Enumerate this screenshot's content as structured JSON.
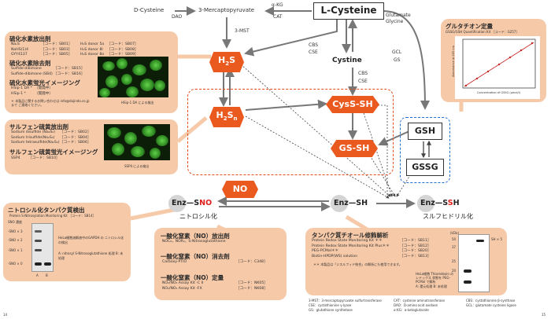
{
  "nodes": {
    "lcysteine": "L-Cysteine",
    "dcysteine": "D-Cysteine",
    "mercapto": "3-Mercaptopyruvate",
    "cystine": "Cystine",
    "h2s": "H",
    "h2s_sub": "2",
    "h2s_end": "S",
    "h2sn": "H",
    "h2sn_sub": "2",
    "h2sn_end": "S",
    "h2sn_sub2": "n",
    "cyss": "CysS-SH",
    "gss": "GS-SH",
    "no": "NO",
    "gsh": "GSH",
    "gssg": "GSSG",
    "enz_sno_a": "Enz",
    "enz_sno_b": "S",
    "enz_sno_c": "NO",
    "enz_sh_a": "Enz",
    "enz_sh_b": "SH",
    "enz_ssh_a": "Enz",
    "enz_ssh_b": "S",
    "enz_ssh_c": "S",
    "enz_ssh_d": "H",
    "nitrosyl_label": "ニトロシル化",
    "sulfhydryl_label": "スルフヒドリル化"
  },
  "enzymes": {
    "dao": "DAO",
    "akg": "α-KG",
    "cat": "CAT",
    "mst": "3-MST",
    "cbs1": "CBS",
    "cse1": "CSE",
    "cbs2": "CBS",
    "cse2": "CSE",
    "glutamate": "Glutamate",
    "glycine": "Glycine",
    "gcl": "GCL",
    "gs": "GS"
  },
  "panel_h2s": {
    "title1": "硫化水素放出剤",
    "rows1": [
      [
        "NaₛS",
        "［コード：SB01］",
        "H₂S donor 5a",
        "［コード：SB07］"
      ],
      [
        "NaHS(1)4",
        "［コード：SB03］",
        "H₂S donor 8l",
        "［コード：SB08］"
      ],
      [
        "GYY4137",
        "［コード：SB05］",
        "H₂S donor 8o",
        "［コード：SB09］"
      ]
    ],
    "title2": "硫化水素除去剤",
    "rows2": [
      [
        "Sulfide-dibimane",
        "［コード：SB15］"
      ],
      [
        "Sulfide-dibimane (SB4)",
        "［コード：SB16］"
      ]
    ],
    "title3": "硫化水素蛍光イメージング",
    "rows3": [
      [
        "HSip-1 DA *",
        "（開発中）"
      ],
      [
        "HSip-1 *",
        "（開発中）"
      ]
    ],
    "note": "＊ 本製品に関するお問い合わせは info@dojindo.co.jp まで ご連絡ください。",
    "caption": "HSip-1 DA による検出"
  },
  "panel_sulfane": {
    "title1": "サルフェン硫黄放出剤",
    "rows1": [
      [
        "Sodium disulfide (Na₂S₂)",
        "［コード：SB02］"
      ],
      [
        "Sodium trisulfide(Na₂S₃)",
        "［コード：SB04］"
      ],
      [
        "Sodium tetrasulfide(Na₂S₄)",
        "［コード：SB06］"
      ]
    ],
    "title2": "サルフェン硫黄蛍光イメージング",
    "rows2": [
      [
        "SSP4",
        "［コード：SB10］"
      ]
    ],
    "caption": "SSP4 による検出"
  },
  "panel_glutathione": {
    "title": "グルタチオン定量",
    "sub": "GSSG/GSH Quantification Kit ［コード：G257］",
    "ylabel": "Absorbance at 405 nm",
    "xlabel": "Concentration of GSSG (µmol/l)"
  },
  "panel_nitrosyl": {
    "title": "ニトロシル化タンパク質検出",
    "sub": "Protein S-Nitrosylation Monitoring Kit ［コード：SB14］",
    "lanes": "SNO 濃度",
    "marks": [
      "-SNO × 3",
      "-SNO × 2",
      "-SNO × 1",
      "-SNO × 0"
    ],
    "desc": "HeLa細胞溶解液中のGAPDH の ニトロシル化の検出",
    "legend": "A: nitrosyl S-Nitrosoglutathione 処理 B: 未処理",
    "lane_labels": [
      "A",
      "B"
    ]
  },
  "panel_no": {
    "title1": "一酸化窒素（NO）放出剤",
    "rows1": [
      [
        "NOC₈，NOR₂，S-Nitrosoglutathione",
        ""
      ]
    ],
    "title2": "一酸化窒素（NO）消去剤",
    "rows2": [
      [
        "Carboxy-PTIO",
        "［コード：C348］"
      ]
    ],
    "title3": "一酸化窒素（NO）定量",
    "rows3": [
      [
        "NO₂/NO₃ Assay Kit -C II",
        "［コード：NK05］"
      ],
      [
        "NO₂/NO₃ Assay Kit -FX",
        "［コード：NK08］"
      ]
    ]
  },
  "panel_thiol": {
    "title": "タンパク質チオール修飾解析",
    "rows": [
      [
        "Protein Redox State Monitoring Kit ＊＊",
        "［コード：SB11］"
      ],
      [
        "Protein Redox State Monitoring Kit Plus＊＊",
        "［コード：SB12］"
      ],
      [
        "PEG-PCMal＊＊",
        "［コード：SB20］"
      ],
      [
        "Biotin-HPDP(WS) solution",
        "［コード：SB13］"
      ]
    ],
    "note": "＊＊ 本製品は「ジスルフィド結合」の解析にも使用できます。",
    "kda": "(kDa)",
    "kda_vals": [
      "50",
      "37",
      "25",
      "20"
    ],
    "sh_mark": "SH × 5",
    "desc": "HeLa細胞 Thioredoxin のレドックス 状態を PEG-PCMal で解析",
    "legend": "A: 還元処理 B: 未処理"
  },
  "abbrev": [
    [
      "3-MST：3-mercaptopyruvate sulfurtransferase",
      "CAT：cysteine aminotransferase",
      "CBS：cystathionine β-synthase"
    ],
    [
      "CSE：cystathionine γ-lyase",
      "DAO：D-amino acid oxidase",
      "GCL：glutamate cysteine ligase"
    ],
    [
      "GS：glutathione synthetase",
      "α-KG：α-ketoglutarate",
      ""
    ]
  ],
  "page_left": "14",
  "page_right": "15",
  "colors": {
    "accent": "#ea5a1f",
    "panel": "#f6c9a8",
    "dashed_red": "#e84c1e",
    "dashed_blue": "#1f6fd1",
    "nitro_red": "#e0201b"
  }
}
